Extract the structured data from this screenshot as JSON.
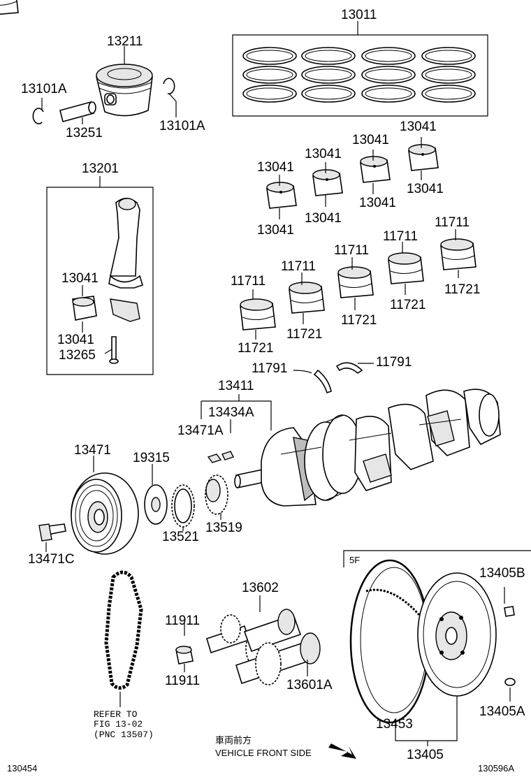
{
  "parts": {
    "piston_ring_set": "13011",
    "piston": "13211",
    "snap_ring_left": "13101A",
    "snap_ring_right": "13101A",
    "piston_pin": "13251",
    "connecting_rod_assy": "13201",
    "rod_bearing_upper_1": "13041",
    "rod_bearing_lower_1": "13041",
    "rod_bolt": "13265",
    "conrod_bearing_a_top": "13041",
    "conrod_bearing_a_bot": "13041",
    "conrod_bearing_b_top": "13041",
    "conrod_bearing_b_bot": "13041",
    "conrod_bearing_c_top": "13041",
    "conrod_bearing_c_bot": "13041",
    "conrod_bearing_d_top": "13041",
    "conrod_bearing_d_bot": "13041",
    "main_bearing_upper_1": "11711",
    "main_bearing_upper_2": "11711",
    "main_bearing_upper_3": "11711",
    "main_bearing_upper_4": "11711",
    "main_bearing_upper_5": "11711",
    "main_bearing_lower_1": "11721",
    "main_bearing_lower_2": "11721",
    "main_bearing_lower_3": "11721",
    "main_bearing_lower_4": "11721",
    "main_bearing_lower_5": "11721",
    "thrust_washer_left": "11791",
    "thrust_washer_right": "11791",
    "crankshaft_assy": "13411",
    "crank_key_a": "13434A",
    "crank_key_b": "13471A",
    "crank_pulley": "13471",
    "pulley_bolt": "13471C",
    "signal_plate": "19315",
    "crank_gear": "13521",
    "crank_sprocket": "13519",
    "timing_chain_ref_line1": "REFER TO",
    "timing_chain_ref_line2": "FIG 13-02",
    "timing_chain_ref_line3": "(PNC 13507)",
    "balance_shaft_assy": "13602",
    "balance_bearing_top": "11911",
    "balance_bearing_bot": "11911",
    "balance_shaft_no2": "13601A",
    "flywheel_group": "5F",
    "flywheel_bolt": "13405B",
    "flywheel_ring_gear": "13453",
    "flywheel_assy": "13405",
    "flywheel_pin": "13405A"
  },
  "direction": {
    "japanese": "車両前方",
    "english": "VEHICLE FRONT SIDE"
  },
  "page_code_left": "130454",
  "page_code_right": "130596A"
}
